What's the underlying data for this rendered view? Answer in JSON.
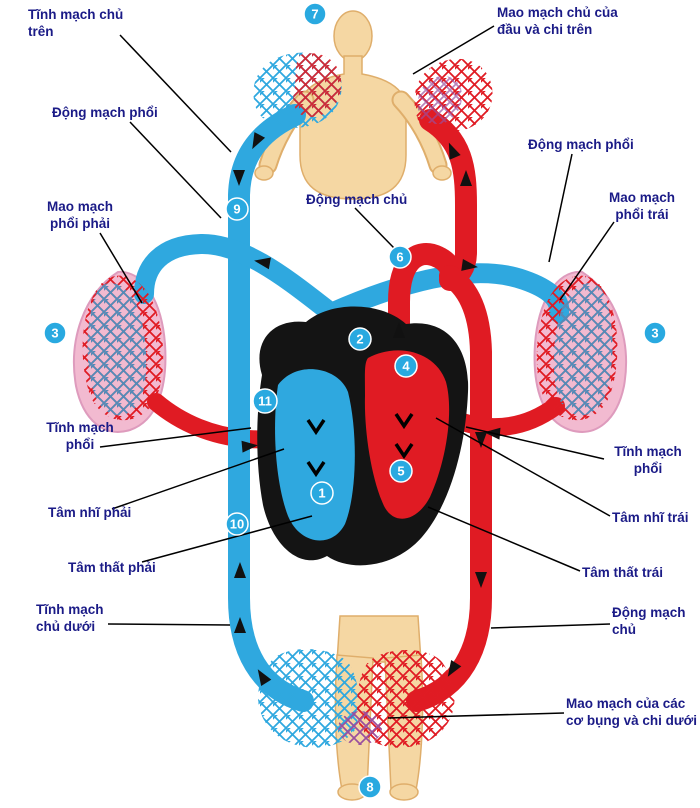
{
  "labels": [
    {
      "id": "superior-vena-cava",
      "text": "Tĩnh mạch chủ\ntrên"
    },
    {
      "id": "head-capillaries",
      "text": "Mao mạch chủ của\nđầu và chi trên"
    },
    {
      "id": "pulmonary-artery-left",
      "text": "Động mạch phổi"
    },
    {
      "id": "right-lung-capillaries",
      "text": "Mao mạch\nphổi phải"
    },
    {
      "id": "aorta",
      "text": "Động mạch chủ"
    },
    {
      "id": "pulmonary-artery-right",
      "text": "Động mạch phổi"
    },
    {
      "id": "left-lung-capillaries",
      "text": "Mao mạch\nphổi trái"
    },
    {
      "id": "pulmonary-vein-left",
      "text": "Tĩnh mạch\nphổi"
    },
    {
      "id": "pulmonary-vein-right",
      "text": "Tĩnh mạch\nphổi"
    },
    {
      "id": "right-atrium",
      "text": "Tâm nhĩ phải"
    },
    {
      "id": "left-atrium",
      "text": "Tâm nhĩ trái"
    },
    {
      "id": "right-ventricle",
      "text": "Tâm thất phải"
    },
    {
      "id": "left-ventricle",
      "text": "Tâm thất trái"
    },
    {
      "id": "inferior-vena-cava",
      "text": "Tĩnh mạch\nchủ dưới"
    },
    {
      "id": "aorta-descending",
      "text": "Động mạch\nchủ"
    },
    {
      "id": "lower-body-capillaries",
      "text": "Mao mạch của các\ncơ bụng và chi dưới"
    }
  ],
  "markers": [
    {
      "n": "7"
    },
    {
      "n": "9"
    },
    {
      "n": "3"
    },
    {
      "n": "3"
    },
    {
      "n": "6"
    },
    {
      "n": "2"
    },
    {
      "n": "4"
    },
    {
      "n": "11"
    },
    {
      "n": "5"
    },
    {
      "n": "1"
    },
    {
      "n": "10"
    },
    {
      "n": "8"
    }
  ],
  "colors": {
    "vein_blue": "#2FA8DF",
    "artery_red": "#E01B23",
    "lung_pink": "#F2BAD0",
    "skin": "#F5D7A3",
    "heart_black": "#141414",
    "label_text": "#1B1B87",
    "marker_bg": "#29A9E0",
    "capillary_purple": "#9A4F9E"
  }
}
